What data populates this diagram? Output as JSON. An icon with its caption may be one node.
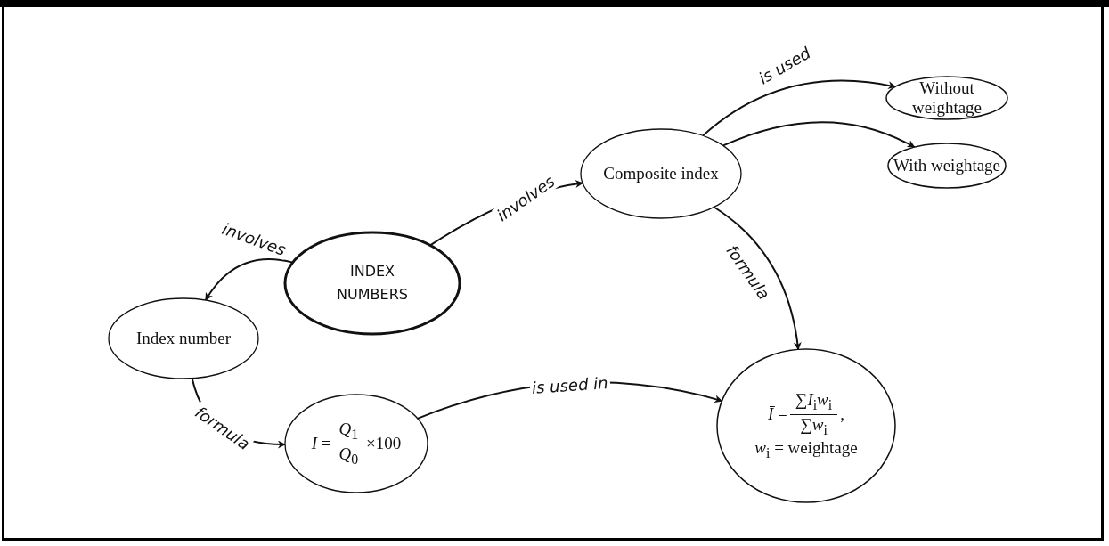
{
  "diagram": {
    "nodes": [
      {
        "text": [
          "INDEX NUMBERS"
        ]
      },
      {
        "text": [
          "Index number"
        ]
      },
      {
        "text": [
          "Composite index"
        ]
      },
      {
        "text": [
          "Without weightage"
        ]
      },
      {
        "text": [
          "With weightage"
        ]
      },
      {
        "text": [
          "*I* =",
          "*Q*$_{1}$",
          "*Q*$_{0}$",
          "×100"
        ]
      },
      {
        "text": [
          "*Ī* =",
          "∑*I*$_{i}$*w*$_{i}$",
          "∑*w*$_{i}$",
          ",",
          "*w*$_{i}$ = weightage"
        ]
      }
    ],
    "edges": [
      {
        "from": 0,
        "to": 1,
        "arrow": "to",
        "label": "involves"
      },
      {
        "from": 0,
        "to": 2,
        "arrow": "to",
        "label": "involves"
      },
      {
        "from": 2,
        "to": 3,
        "arrow": "to",
        "label": "is used"
      },
      {
        "from": 2,
        "to": 4,
        "arrow": "to"
      },
      {
        "from": 2,
        "to": 6,
        "arrow": "to",
        "label": "formula"
      },
      {
        "from": 1,
        "to": 5,
        "arrow": "to",
        "label": "formula"
      },
      {
        "from": 5,
        "to": 6,
        "arrow": "to",
        "label": "is used in"
      }
    ]
  }
}
